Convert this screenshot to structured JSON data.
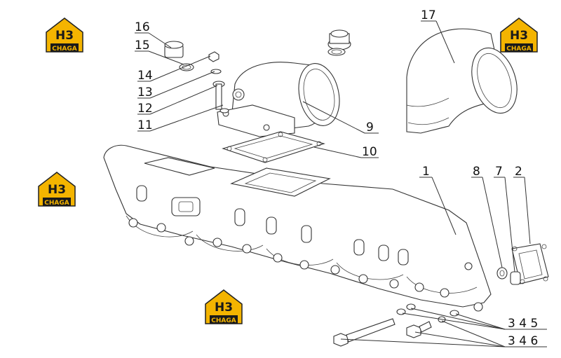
{
  "diagram": {
    "callouts": [
      {
        "id": "c16",
        "text": "16"
      },
      {
        "id": "c15",
        "text": "15"
      },
      {
        "id": "c14",
        "text": "14"
      },
      {
        "id": "c13",
        "text": "13"
      },
      {
        "id": "c12",
        "text": "12"
      },
      {
        "id": "c11",
        "text": "11"
      },
      {
        "id": "c9",
        "text": "9"
      },
      {
        "id": "c10",
        "text": "10"
      },
      {
        "id": "c17",
        "text": "17"
      },
      {
        "id": "c1",
        "text": "1"
      },
      {
        "id": "c8",
        "text": "8"
      },
      {
        "id": "c7",
        "text": "7"
      },
      {
        "id": "c2",
        "text": "2"
      },
      {
        "id": "c345",
        "text": "3 4 5"
      },
      {
        "id": "c346",
        "text": "3 4 6"
      }
    ],
    "logo": {
      "top": "H3",
      "bottom": "CHAGA",
      "accent": "#f4b400",
      "dark": "#1a1a1a"
    }
  }
}
